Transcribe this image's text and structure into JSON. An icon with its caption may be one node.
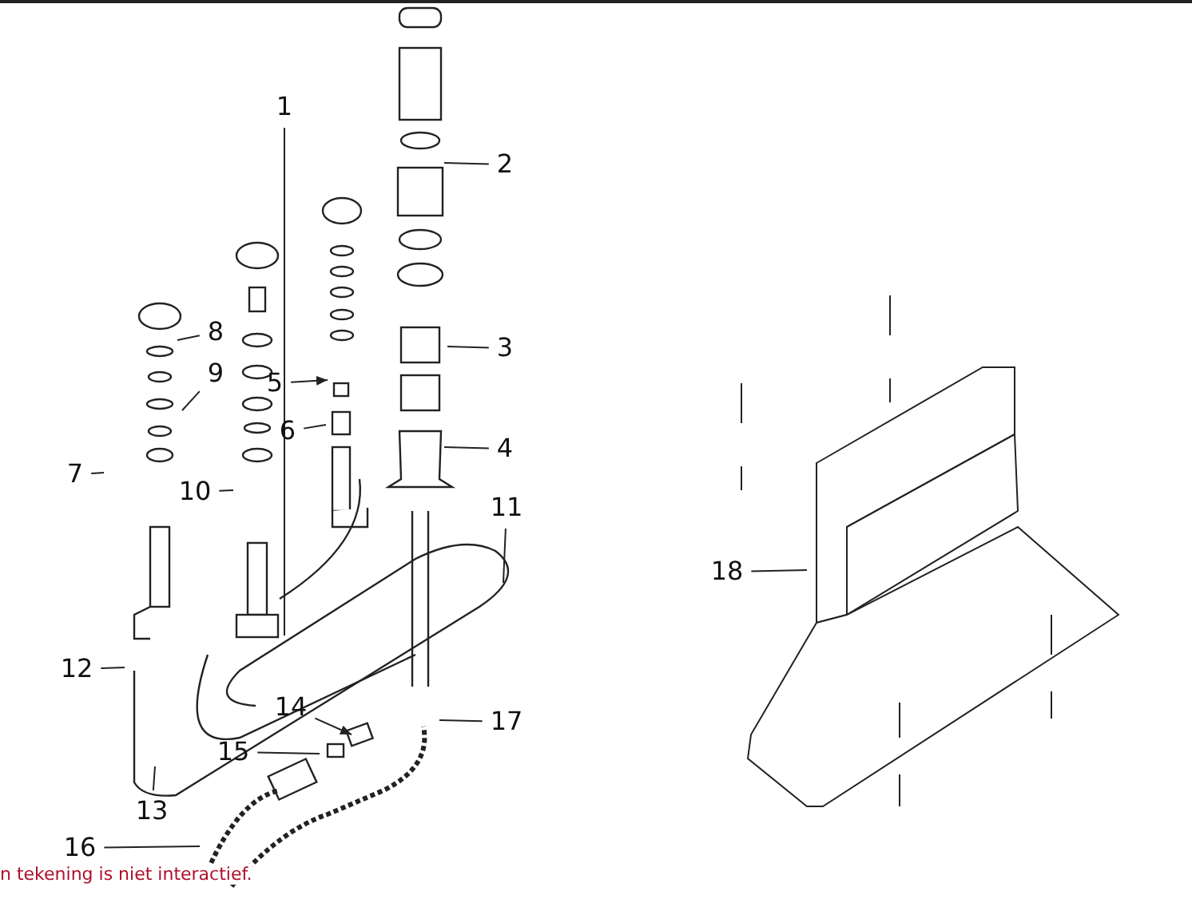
{
  "diagram": {
    "nodes": [
      {
        "text": [
          "1"
        ]
      },
      {
        "text": [
          "2"
        ]
      },
      {
        "text": [
          "3"
        ]
      },
      {
        "text": [
          "4"
        ]
      },
      {
        "text": [
          "5"
        ]
      },
      {
        "text": [
          "6"
        ]
      },
      {
        "text": [
          "7"
        ]
      },
      {
        "text": [
          "8"
        ]
      },
      {
        "text": [
          "9"
        ]
      },
      {
        "text": [
          "10"
        ]
      },
      {
        "text": [
          "11"
        ]
      },
      {
        "text": [
          "12"
        ]
      },
      {
        "text": [
          "13"
        ]
      },
      {
        "text": [
          "14"
        ]
      },
      {
        "text": [
          "15"
        ]
      },
      {
        "text": [
          "16"
        ]
      },
      {
        "text": [
          "17"
        ]
      },
      {
        "text": [
          "18"
        ]
      }
    ],
    "edges": [
      {
        "from": 0,
        "to": null,
        "arrow": "none"
      },
      {
        "from": 1,
        "to": null,
        "arrow": "none"
      },
      {
        "from": 2,
        "to": null,
        "arrow": "none"
      },
      {
        "from": 3,
        "to": null,
        "arrow": "none"
      },
      {
        "from": 4,
        "to": null,
        "arrow": "to"
      },
      {
        "from": 5,
        "to": null,
        "arrow": "none"
      },
      {
        "from": 6,
        "to": null,
        "arrow": "none"
      },
      {
        "from": 7,
        "to": null,
        "arrow": "none"
      },
      {
        "from": 8,
        "to": null,
        "arrow": "none"
      },
      {
        "from": 9,
        "to": null,
        "arrow": "none"
      },
      {
        "from": 10,
        "to": null,
        "arrow": "none"
      },
      {
        "from": 11,
        "to": null,
        "arrow": "none"
      },
      {
        "from": 12,
        "to": null,
        "arrow": "none"
      },
      {
        "from": 13,
        "to": null,
        "arrow": "to"
      },
      {
        "from": 14,
        "to": null,
        "arrow": "none"
      },
      {
        "from": 15,
        "to": null,
        "arrow": "none"
      },
      {
        "from": 16,
        "to": null,
        "arrow": "none"
      },
      {
        "from": 17,
        "to": null,
        "arrow": "none"
      }
    ],
    "labels": [
      "n tekening is niet interactief."
    ]
  }
}
